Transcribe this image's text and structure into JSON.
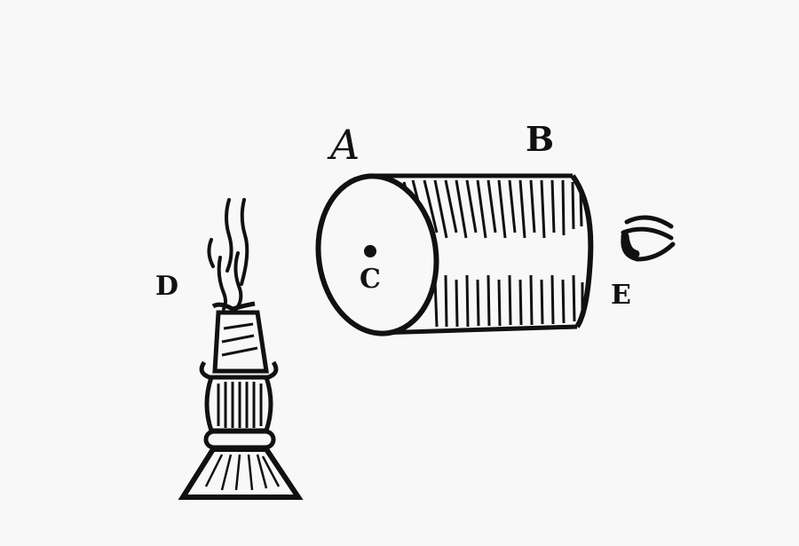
{
  "illustration": {
    "description": "Woodcut diagram: candle with smoke, cylinder with aperture, and eye",
    "background_color": "#f8f8f8",
    "ink_color": "#111111",
    "labels": {
      "a": "A",
      "b": "B",
      "c": "C",
      "d": "D",
      "e": "E"
    },
    "objects": [
      {
        "name": "candle",
        "label": "D"
      },
      {
        "name": "cylinder",
        "end_labels": [
          "A",
          "B"
        ],
        "aperture_label": "C"
      },
      {
        "name": "eye",
        "label": "E"
      }
    ]
  }
}
